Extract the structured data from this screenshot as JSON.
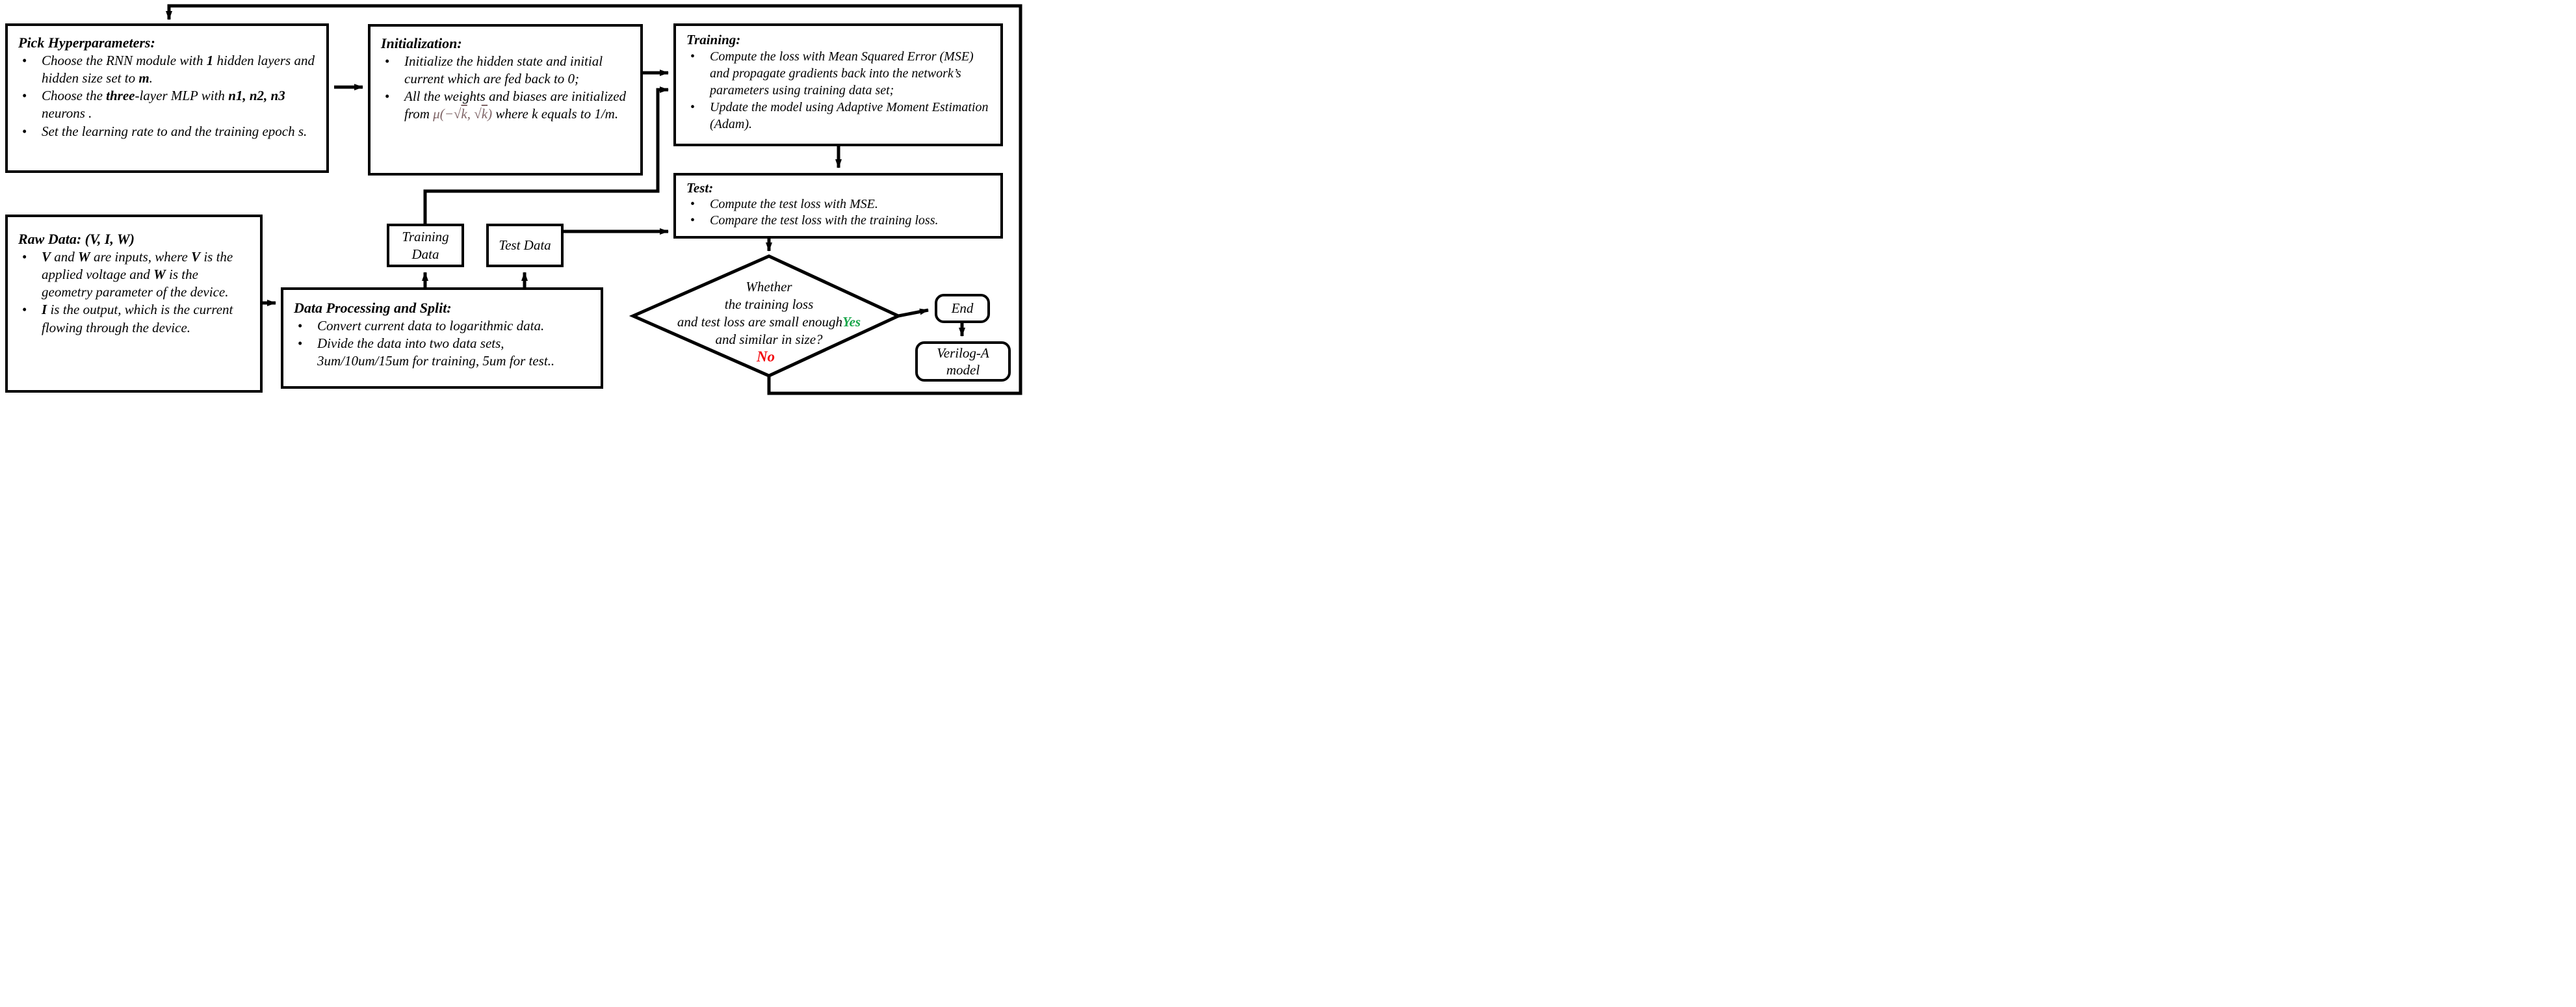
{
  "palette": {
    "mauve": "#7d6365",
    "green": "#17a64a",
    "red": "#f3090e",
    "line": "#000000"
  },
  "nodes": {
    "pick": {
      "title": "Pick Hyperparameters:",
      "bullets": [
        [
          {
            "t": "Choose the RNN module with "
          },
          {
            "t": "1",
            "b": 1
          },
          {
            "t": " hidden layers and hidden size set to "
          },
          {
            "t": "m",
            "b": 1
          },
          {
            "t": "."
          }
        ],
        [
          {
            "t": "Choose the "
          },
          {
            "t": "three",
            "b": 1
          },
          {
            "t": "-layer MLP with "
          },
          {
            "t": "n1, n2, n3",
            "b": 1
          },
          {
            "t": " neurons ."
          }
        ],
        [
          {
            "t": "Set the learning rate to and the training epoch s."
          }
        ]
      ]
    },
    "init": {
      "title": "Initialization:",
      "bullets": [
        [
          {
            "t": "Initialize the hidden state and initial current which are fed back to 0;"
          }
        ],
        [
          {
            "t": "All the weights and biases are initialized from "
          },
          {
            "t": "μ(−√",
            "c": "mauve"
          },
          {
            "t": "k",
            "c": "mauve",
            "ov": 1
          },
          {
            "t": ", √",
            "c": "mauve"
          },
          {
            "t": "k",
            "c": "mauve",
            "ov": 1
          },
          {
            "t": ")",
            "c": "mauve"
          },
          {
            "t": " where k equals to 1/m."
          }
        ]
      ]
    },
    "training": {
      "title": "Training:",
      "bullets": [
        [
          {
            "t": "Compute the loss with Mean Squared Error (MSE) and propagate gradients back into the network’s parameters using training data set;"
          }
        ],
        [
          {
            "t": "Update the model using Adaptive Moment Estimation (Adam)."
          }
        ]
      ]
    },
    "test": {
      "title": "Test:",
      "bullets": [
        [
          {
            "t": "Compute the test loss with MSE."
          }
        ],
        [
          {
            "t": "Compare the test loss with the training loss."
          }
        ]
      ]
    },
    "raw": {
      "title": "Raw Data: (V, I, W)",
      "bullets": [
        [
          {
            "t": "V",
            "b": 1
          },
          {
            "t": " and "
          },
          {
            "t": "W",
            "b": 1
          },
          {
            "t": " are inputs, where "
          },
          {
            "t": "V",
            "b": 1
          },
          {
            "t": " is the applied  voltage and "
          },
          {
            "t": "W",
            "b": 1
          },
          {
            "t": " is the geometry parameter of the device."
          }
        ],
        [
          {
            "t": "I",
            "b": 1
          },
          {
            "t": " is the output, which is the current flowing through the device."
          }
        ]
      ]
    },
    "dataproc": {
      "title": "Data Processing and Split:",
      "bullets": [
        [
          {
            "t": "Convert current data to logarithmic data."
          }
        ],
        [
          {
            "t": "Divide the data into two data sets, 3um/10um/15um for training, 5um for test.."
          }
        ]
      ]
    },
    "training_data": {
      "label": "Training Data"
    },
    "test_data": {
      "label": "Test Data"
    },
    "decision": {
      "lines": [
        [
          {
            "t": "Whether"
          }
        ],
        [
          {
            "t": "the training loss"
          }
        ],
        [
          {
            "t": "and test loss are small enough"
          },
          {
            "t": "Yes",
            "c": "green",
            "b": 1
          }
        ],
        [
          {
            "t": "and similar in size?"
          }
        ]
      ],
      "no_label": "No"
    },
    "end": {
      "label": "End"
    },
    "verilog": {
      "label": "Verilog-A model"
    }
  }
}
